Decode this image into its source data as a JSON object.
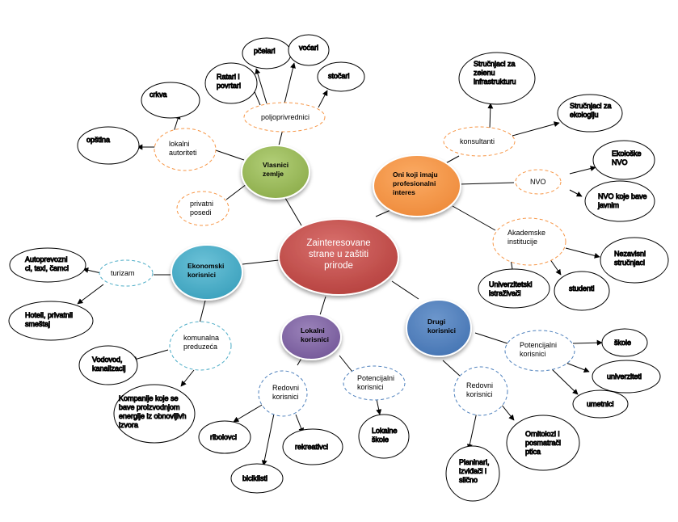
{
  "center": {
    "lines": [
      "Zainteresovane",
      "strane u zaštiti",
      "prirode"
    ],
    "color": "#c0504d"
  },
  "hubs": {
    "vlasnici": {
      "lines": [
        "Vlasnici",
        "zemlje"
      ],
      "color": "#9bbb59"
    },
    "profesionalci": {
      "lines": [
        "Oni koji imaju",
        "profesionalni",
        "interes"
      ],
      "color": "#f79646"
    },
    "ekonomski": {
      "lines": [
        "Ekonomski",
        "korisnici"
      ],
      "color": "#4bacc6"
    },
    "lokalni": {
      "lines": [
        "Lokalni",
        "korisnici"
      ],
      "color": "#8064a2"
    },
    "drugi": {
      "lines": [
        "Drugi",
        "korisnici"
      ],
      "color": "#4f81bd"
    }
  },
  "subgroups": {
    "poljoprivrednici": {
      "lines": [
        "poljoprivrednici"
      ],
      "color": "#f79646"
    },
    "lokalni_autoriteti": {
      "lines": [
        "lokalni",
        "autoriteti"
      ],
      "color": "#f79646"
    },
    "privatni_posedi": {
      "lines": [
        "privatni",
        "posedi"
      ],
      "color": "#f79646"
    },
    "konsultanti": {
      "lines": [
        "konsultanti"
      ],
      "color": "#f79646"
    },
    "nvo": {
      "lines": [
        "NVO"
      ],
      "color": "#f79646"
    },
    "akademske": {
      "lines": [
        "Akademske",
        "institucije"
      ],
      "color": "#f79646"
    },
    "turizam": {
      "lines": [
        "turizam"
      ],
      "color": "#4bacc6"
    },
    "komunalna": {
      "lines": [
        "komunalna",
        "preduzeća"
      ],
      "color": "#4bacc6"
    },
    "redovni_lokalni": {
      "lines": [
        "Redovni",
        "korisnici"
      ],
      "color": "#4f81bd"
    },
    "potencijalni_lokalni": {
      "lines": [
        "Potencijalni",
        "korisnici"
      ],
      "color": "#4f81bd"
    },
    "potencijalni_drugi": {
      "lines": [
        "Potencijalni",
        "korisnici"
      ],
      "color": "#4f81bd"
    },
    "redovni_drugi": {
      "lines": [
        "Redovni",
        "korisnici"
      ],
      "color": "#4f81bd"
    }
  },
  "leaves": {
    "pcelari": [
      "pčelari"
    ],
    "vocari": [
      "voćari"
    ],
    "ratari": [
      "Ratari i",
      "povrtari"
    ],
    "stocari": [
      "stočari"
    ],
    "crkva": [
      "crkva"
    ],
    "opstina": [
      "opština"
    ],
    "strucnjaci_zelena": [
      "Stručnjaci za",
      "zelenu",
      "infrastrukturu"
    ],
    "strucnjaci_ekologija": [
      "Stručnjaci za",
      "ekologiju"
    ],
    "ekoloske_nvo": [
      "Ekološke",
      "NVO"
    ],
    "nvo_bave": [
      "NVO koje bave",
      "javnim"
    ],
    "nezavisni": [
      "Nezavisni",
      "stručnjaci"
    ],
    "univerzitetski": [
      "Univerzitetski",
      "istraživači"
    ],
    "studenti": [
      "studenti"
    ],
    "autoprevozni": [
      "Autoprevozni",
      "ci, taxi, čamci"
    ],
    "hoteli": [
      "Hoteli, privatnii",
      "smeštaj"
    ],
    "vodovod": [
      "Vodovod,",
      "kanalizacij"
    ],
    "kompanije": [
      "Kompanije koje se",
      "bave proizvodnjom",
      "energije iz obnovljivh",
      "izvora"
    ],
    "ribolovci": [
      "ribolovci"
    ],
    "biciklisti": [
      "biciklisti"
    ],
    "rekreativci": [
      "rekreativci"
    ],
    "lokalne_skole": [
      "Lokalne",
      "škole"
    ],
    "skole": [
      "škole"
    ],
    "univerziteti": [
      "univerziteti"
    ],
    "umetnici": [
      "umetnici"
    ],
    "planinari": [
      "Planinari,",
      "izviđači i",
      "slično"
    ],
    "ornitolozi": [
      "Ornitolozi i",
      "posmatrači",
      "ptica"
    ]
  }
}
